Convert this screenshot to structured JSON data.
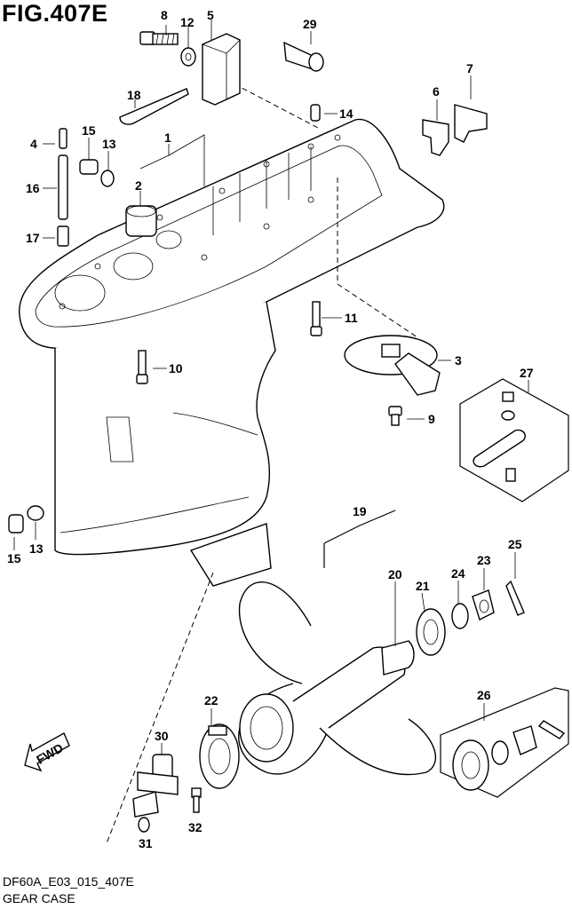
{
  "figure": {
    "title": "FIG.407E",
    "code": "DF60A_E03_015_407E",
    "name": "GEAR CASE",
    "direction_label": "FWD"
  },
  "callouts": [
    "1",
    "2",
    "3",
    "4",
    "5",
    "6",
    "7",
    "8",
    "9",
    "10",
    "11",
    "12",
    "13",
    "13",
    "14",
    "15",
    "15",
    "16",
    "17",
    "18",
    "19",
    "20",
    "21",
    "22",
    "23",
    "24",
    "25",
    "26",
    "27",
    "29",
    "30",
    "31",
    "32"
  ]
}
